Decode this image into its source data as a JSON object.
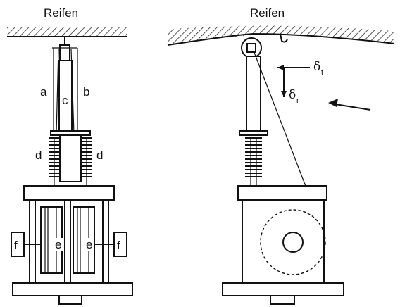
{
  "left": {
    "title": "Reifen",
    "labels": {
      "a": "a",
      "b": "b",
      "c": "c",
      "d_left": "d",
      "d_right": "d",
      "e_left": "e",
      "e_right": "e",
      "f_left": "f",
      "f_right": "f"
    }
  },
  "right": {
    "title": "Reifen",
    "delta_t_symbol": "δ",
    "delta_t_sub": "t",
    "delta_r_symbol": "δ",
    "delta_r_sub": "r"
  }
}
